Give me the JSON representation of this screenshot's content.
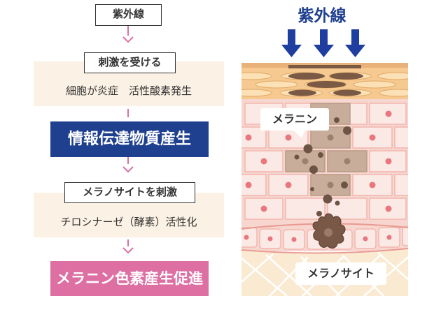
{
  "flow": {
    "step1": "紫外線",
    "step2": "刺激を受ける",
    "note2": "細胞が炎症　活性酸素発生",
    "step3": "情報伝達物質産生",
    "step4": "メラノサイトを刺激",
    "note4": "チロシナーゼ（酵素）活性化",
    "step5": "メラニン色素産生促進"
  },
  "illustration": {
    "uv_title": "紫外線",
    "melanin_label": "メラニン",
    "melanocyte_label": "メラノサイト"
  },
  "colors": {
    "navy": "#1f3f8f",
    "pink": "#dd6fa3",
    "uv_arrow": "#1f3fa0",
    "cream": "#fbf1e4",
    "skin_pink": "#f6cfc8",
    "melanin_dark": "#6d5444"
  }
}
